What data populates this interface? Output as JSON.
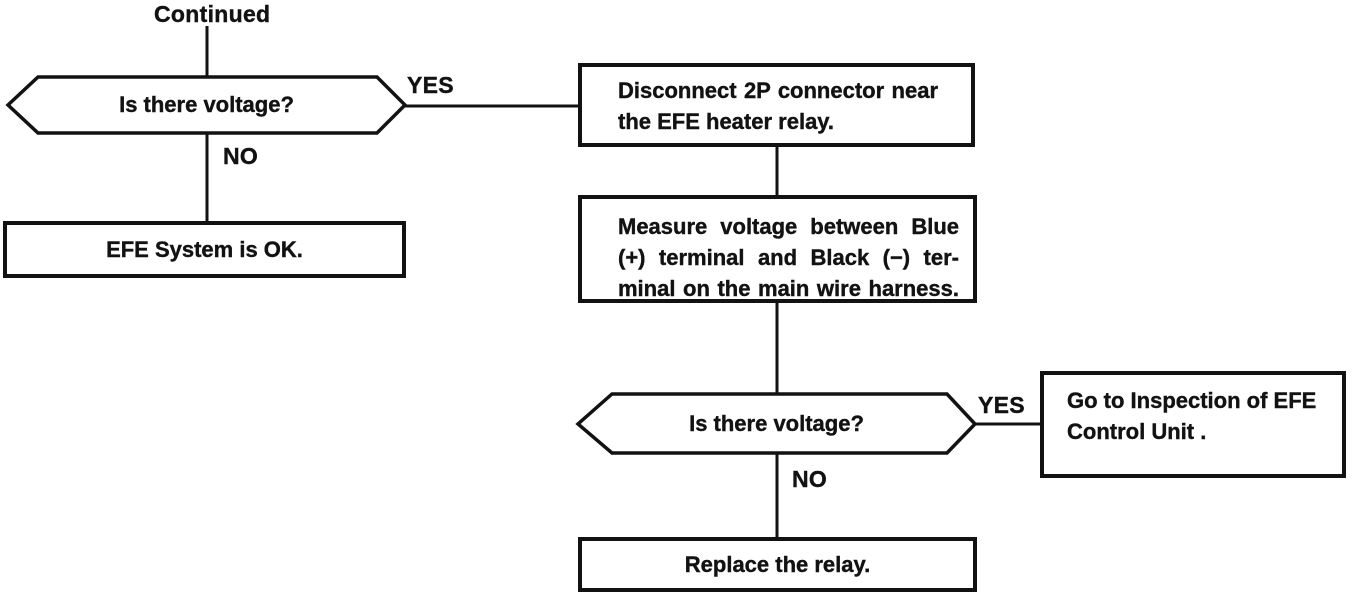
{
  "page": {
    "background": "#ffffff",
    "ink": "#121212"
  },
  "flowchart": {
    "entry_label": "Continued",
    "decision_1": {
      "text": "Is there voltage?",
      "yes_label": "YES",
      "no_label": "NO"
    },
    "efe_ok_box": {
      "text": "EFE System is OK."
    },
    "disconnect_box": {
      "lines": [
        "Disconnect 2P connector near",
        "the EFE heater relay."
      ]
    },
    "measure_box": {
      "lines": [
        "Measure voltage between Blue",
        "(+) terminal and Black (−) ter-",
        "minal on the main wire harness."
      ]
    },
    "decision_2": {
      "text": "Is there voltage?",
      "yes_label": "YES",
      "no_label": "NO"
    },
    "goto_box": {
      "lines": [
        "Go to Inspection of EFE",
        "Control Unit ."
      ]
    },
    "replace_box": {
      "text": "Replace the relay."
    },
    "edges": [
      {
        "from": "continued",
        "to": "decision_1",
        "label": ""
      },
      {
        "from": "decision_1",
        "to": "disconnect_box",
        "label": "YES"
      },
      {
        "from": "decision_1",
        "to": "efe_ok_box",
        "label": "NO"
      },
      {
        "from": "disconnect_box",
        "to": "measure_box",
        "label": ""
      },
      {
        "from": "measure_box",
        "to": "decision_2",
        "label": ""
      },
      {
        "from": "decision_2",
        "to": "goto_box",
        "label": "YES"
      },
      {
        "from": "decision_2",
        "to": "replace_box",
        "label": "NO"
      }
    ]
  }
}
